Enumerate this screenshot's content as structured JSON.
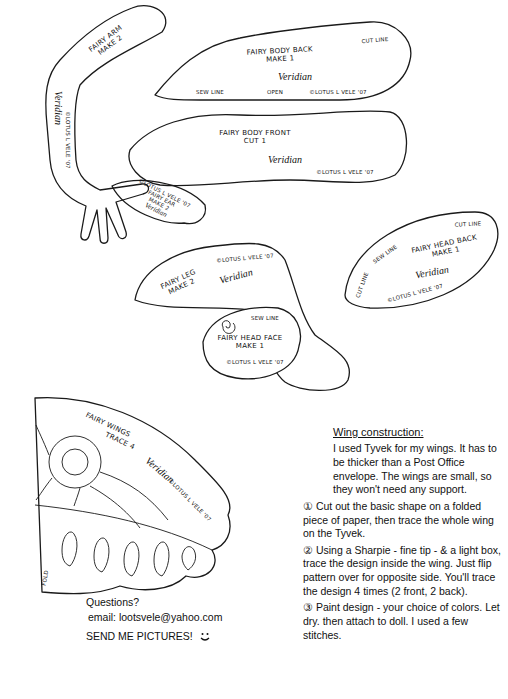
{
  "diagram": {
    "nodes": [
      {
        "text": [
          "FAIRY ARM",
          "MAKE 2",
          "Veridian",
          "©LOTUS L VELE '07"
        ]
      },
      {
        "text": [
          "FAIRY BODY BACK",
          "MAKE 1",
          "Veridian",
          "CUT LINE",
          "SEW LINE",
          "OPEN",
          "©LOTUS L VELE '07"
        ]
      },
      {
        "text": [
          "FAIRY BODY FRONT",
          "CUT 1",
          "Veridian",
          "©LOTUS L VELE '07"
        ]
      },
      {
        "text": [
          "©LOTUS L VELE '07",
          "FAIRY EAR",
          "MAKE 2",
          "Veridian"
        ]
      },
      {
        "text": [
          "SEW LINE",
          "CUT LINE",
          "FAIRY HEAD BACK",
          "MAKE 1",
          "CUT LINE",
          "Veridian",
          "©LOTUS L VELE '07"
        ]
      },
      {
        "text": [
          "FAIRY LEG",
          "MAKE 2",
          "Veridian",
          "©LOTUS L VELE '07"
        ]
      },
      {
        "text": [
          "SEW LINE",
          "FAIRY HEAD FACE",
          "MAKE 1",
          "©LOTUS L VELE '07"
        ]
      },
      {
        "text": [
          "FAIRY WINGS",
          "TRACE 4",
          "Veridian",
          "©LOTUS L VELE '07",
          "FOLD"
        ]
      }
    ],
    "labels": [
      "Wing construction:",
      "I used Tyvek for my wings. It has to be thicker than a Post Office envelope. The wings are small, so they won't need any support.",
      "① Cut out the basic shape on a folded piece of paper, then trace the whole wing on the Tyvek.",
      "② Using a Sharpie - fine tip - & a light box, trace the design inside the wing. Just flip pattern over for opposite side. You'll trace the design 4 times (2 front, 2 back).",
      "③ Paint design - your choice of colors. Let dry. then attach to doll. I used a few stitches.",
      "Questions?",
      "email: lootsvele@yahoo.com",
      "SEND ME PICTURES!"
    ]
  }
}
